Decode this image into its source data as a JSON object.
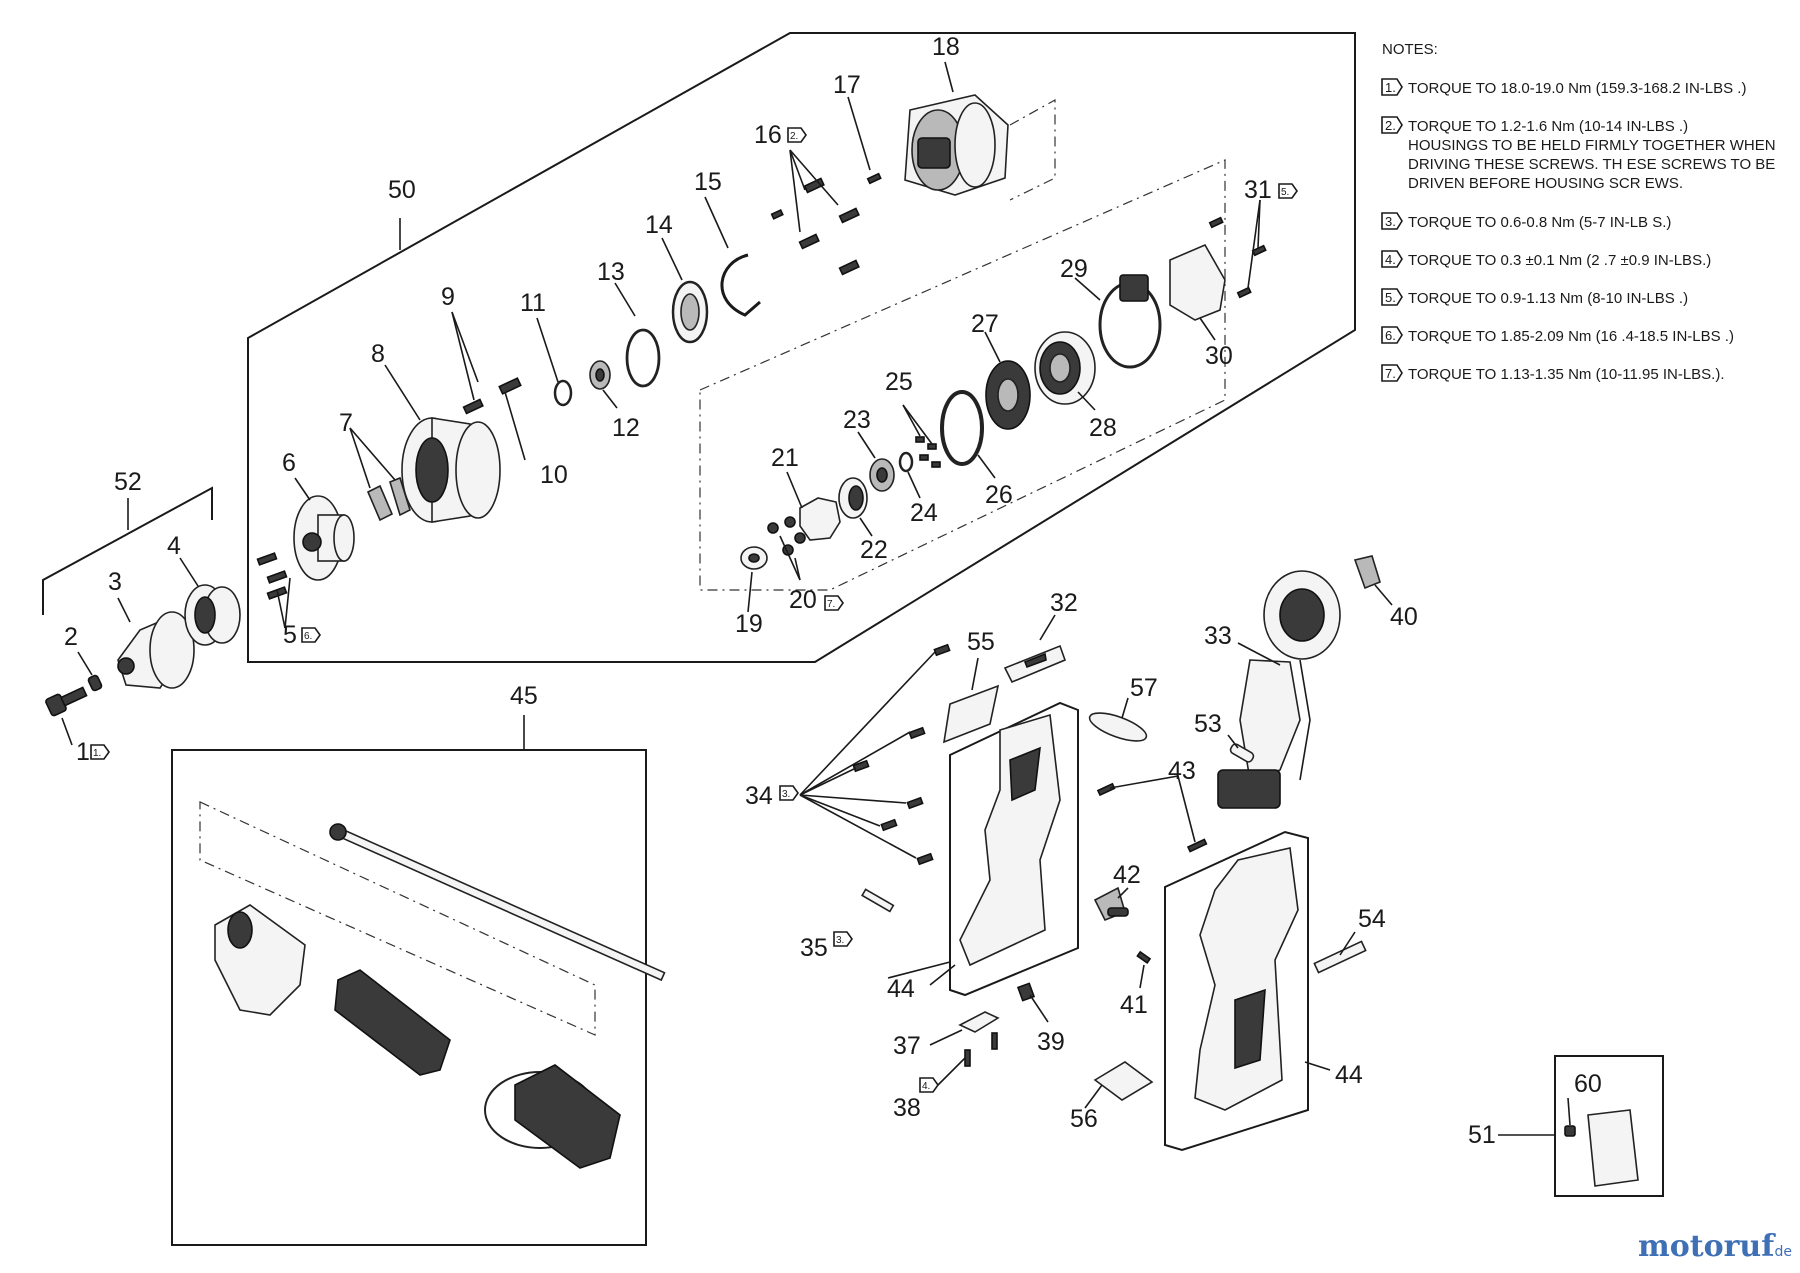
{
  "notes": {
    "heading": "NOTES:",
    "items": [
      {
        "num": "1.",
        "lines": [
          "TORQUE TO 18.0-19.0 Nm (159.3-168.2 IN-LBS .)"
        ]
      },
      {
        "num": "2.",
        "lines": [
          "TORQUE TO 1.2-1.6 Nm (10-14 IN-LBS .)",
          "HOUSINGS TO BE HELD FIRMLY TOGETHER WHEN",
          "DRIVING THESE SCREWS. TH ESE SCREWS TO BE",
          "DRIVEN BEFORE HOUSING SCR EWS."
        ]
      },
      {
        "num": "3.",
        "lines": [
          "TORQUE TO 0.6-0.8 Nm (5-7 IN-LB S.)"
        ]
      },
      {
        "num": "4.",
        "lines": [
          "TORQUE TO 0.3 ±0.1 Nm (2 .7 ±0.9 IN-LBS.)"
        ]
      },
      {
        "num": "5.",
        "lines": [
          "TORQUE TO 0.9-1.13 Nm (8-10 IN-LBS .)"
        ]
      },
      {
        "num": "6.",
        "lines": [
          "TORQUE TO 1.85-2.09 Nm (16 .4-18.5 IN-LBS .)"
        ]
      },
      {
        "num": "7.",
        "lines": [
          "TORQUE TO 1.13-1.35 Nm (10-11.95 IN-LBS.)."
        ]
      }
    ]
  },
  "callouts": {
    "c1": "1",
    "c2": "2",
    "c3": "3",
    "c4": "4",
    "c5": "5",
    "c6": "6",
    "c7": "7",
    "c8": "8",
    "c9": "9",
    "c10": "10",
    "c11": "11",
    "c12": "12",
    "c13": "13",
    "c14": "14",
    "c15": "15",
    "c16": "16",
    "c17": "17",
    "c18": "18",
    "c19": "19",
    "c20": "20",
    "c21": "21",
    "c22": "22",
    "c23": "23",
    "c24": "24",
    "c25": "25",
    "c26": "26",
    "c27": "27",
    "c28": "28",
    "c29": "29",
    "c30": "30",
    "c31": "31",
    "c32": "32",
    "c33": "33",
    "c34": "34",
    "c35": "35",
    "c37": "37",
    "c38": "38",
    "c39": "39",
    "c40": "40",
    "c41": "41",
    "c42": "42",
    "c43": "43",
    "c44a": "44",
    "c44b": "44",
    "c45": "45",
    "c50": "50",
    "c51": "51",
    "c52": "52",
    "c53": "53",
    "c54": "54",
    "c55": "55",
    "c56": "56",
    "c57": "57",
    "c60": "60"
  },
  "refs": {
    "r1": "1.",
    "r2": "2.",
    "r3a": "3.",
    "r3b": "3.",
    "r4": "4.",
    "r5": "5.",
    "r6": "6.",
    "r7": "7."
  },
  "watermark": {
    "brand": "motoruf",
    "tld": ".de"
  },
  "colors": {
    "line": "#1a1a1a",
    "watermark": "#3f6fb5"
  }
}
